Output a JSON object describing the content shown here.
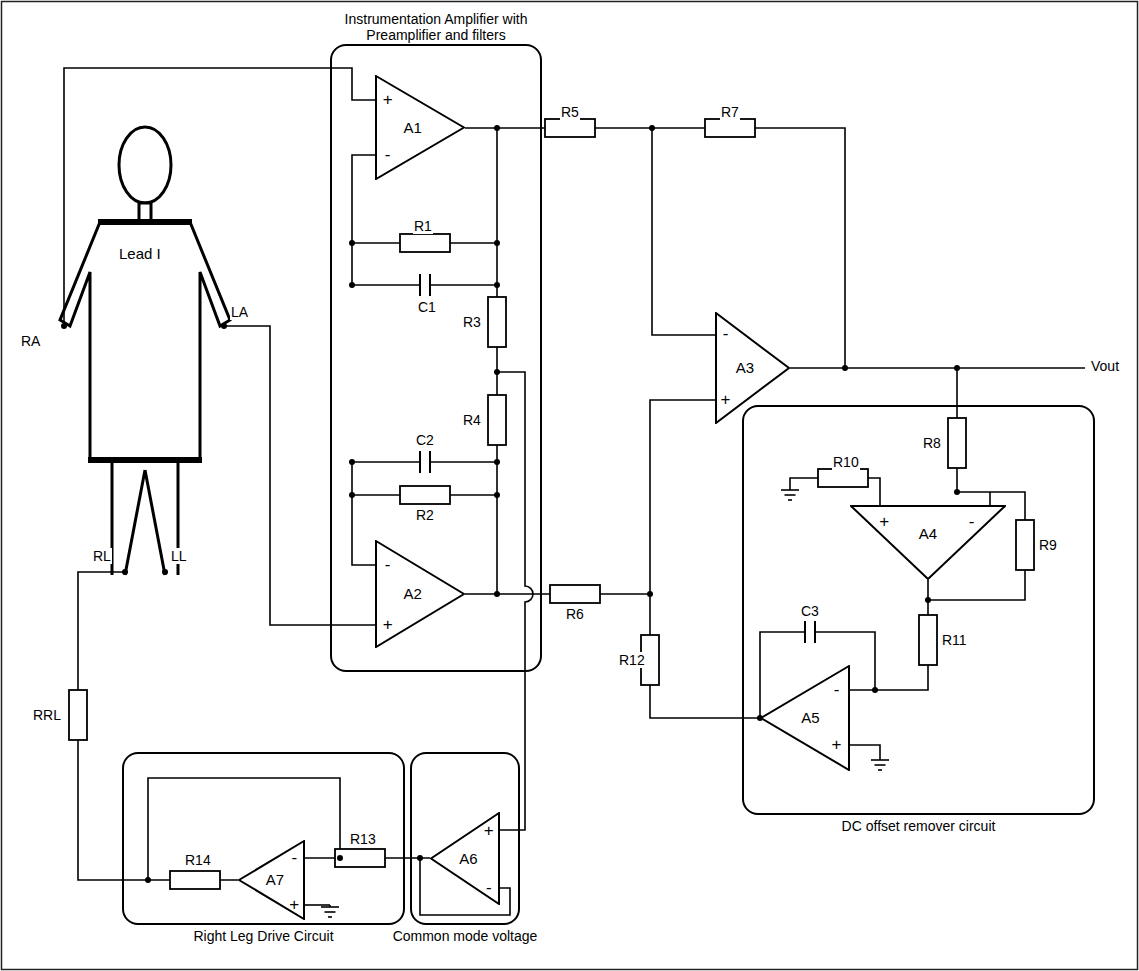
{
  "diagram": {
    "nodes": [
      {
        "text": [
          "Instrumentation Amplifier with Preamplifier and filters"
        ]
      },
      {
        "text": [
          "A1",
          "+",
          "-"
        ],
        "in": 0
      },
      {
        "text": [
          "A2",
          "-",
          "+"
        ],
        "in": 0
      },
      {
        "text": [
          "A3",
          "-",
          "+"
        ]
      },
      {
        "text": [
          "DC offset remover circuit"
        ]
      },
      {
        "text": [
          "A4",
          "+",
          "-"
        ],
        "in": 4
      },
      {
        "text": [
          "A5",
          "-",
          "+"
        ],
        "in": 4
      },
      {
        "text": [
          "Right Leg Drive Circuit"
        ]
      },
      {
        "text": [
          "A7",
          "-",
          "+"
        ],
        "in": 7
      },
      {
        "text": [
          "Common mode voltage"
        ]
      },
      {
        "text": [
          "A6",
          "+",
          "-"
        ],
        "in": 9
      }
    ],
    "labels": [
      "Lead I",
      "RA",
      "LA",
      "RL",
      "LL",
      "RRL",
      "R1",
      "C1",
      "R3",
      "R4",
      "C2",
      "R2",
      "R5",
      "R7",
      "R6",
      "Vout",
      "R8",
      "R9",
      "R10",
      "R11",
      "C3",
      "R12",
      "R13",
      "R14"
    ]
  }
}
